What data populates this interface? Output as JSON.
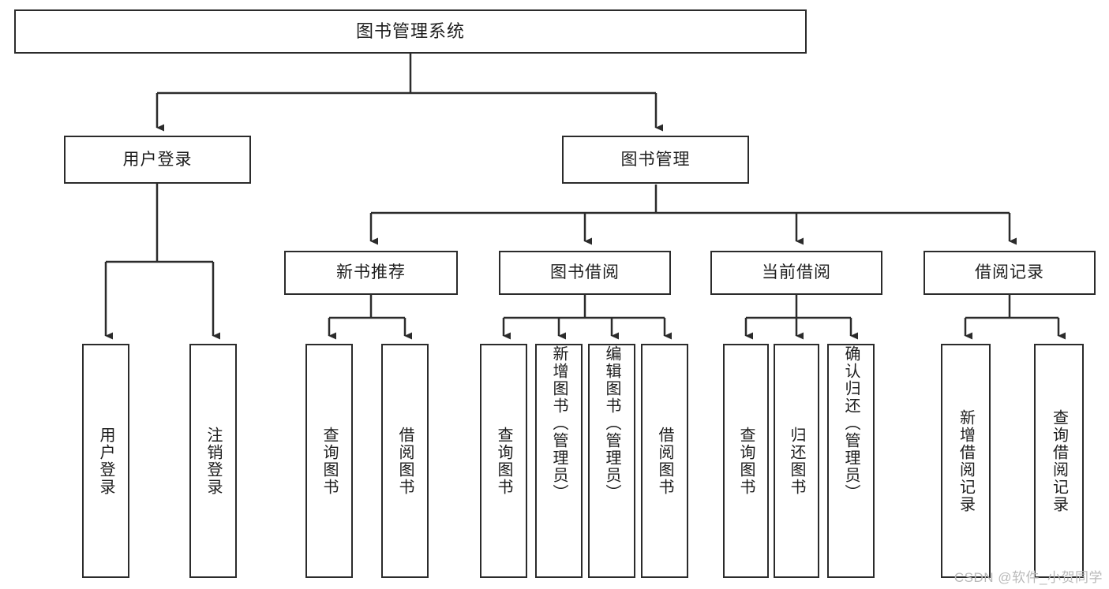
{
  "diagram": {
    "title": "图书管理系统",
    "type": "tree-hierarchy-chart",
    "root": {
      "label": "图书管理系统"
    },
    "level2": [
      {
        "label": "用户登录"
      },
      {
        "label": "图书管理"
      }
    ],
    "level3": [
      {
        "label": "新书推荐"
      },
      {
        "label": "图书借阅"
      },
      {
        "label": "当前借阅"
      },
      {
        "label": "借阅记录"
      }
    ],
    "leaves": {
      "user_login": [
        {
          "label": "用户登录"
        },
        {
          "label": "注销登录"
        }
      ],
      "new_book_recommend": [
        {
          "label": "查询图书"
        },
        {
          "label": "借阅图书"
        }
      ],
      "book_borrow": [
        {
          "label": "查询图书"
        },
        {
          "label": "新增图书（管理员）"
        },
        {
          "label": "编辑图书（管理员）"
        },
        {
          "label": "借阅图书"
        }
      ],
      "current_borrow": [
        {
          "label": "查询图书"
        },
        {
          "label": "归还图书"
        },
        {
          "label": "确认归还（管理员）"
        }
      ],
      "borrow_record": [
        {
          "label": "新增借阅记录"
        },
        {
          "label": "查询借阅记录"
        }
      ]
    }
  },
  "watermark": {
    "text": "CSDN @软件_小贺同学"
  },
  "colors": {
    "border": "#2b2b2b",
    "background": "#ffffff",
    "text": "#1d1d1d",
    "watermark": "#b9b9b9"
  }
}
